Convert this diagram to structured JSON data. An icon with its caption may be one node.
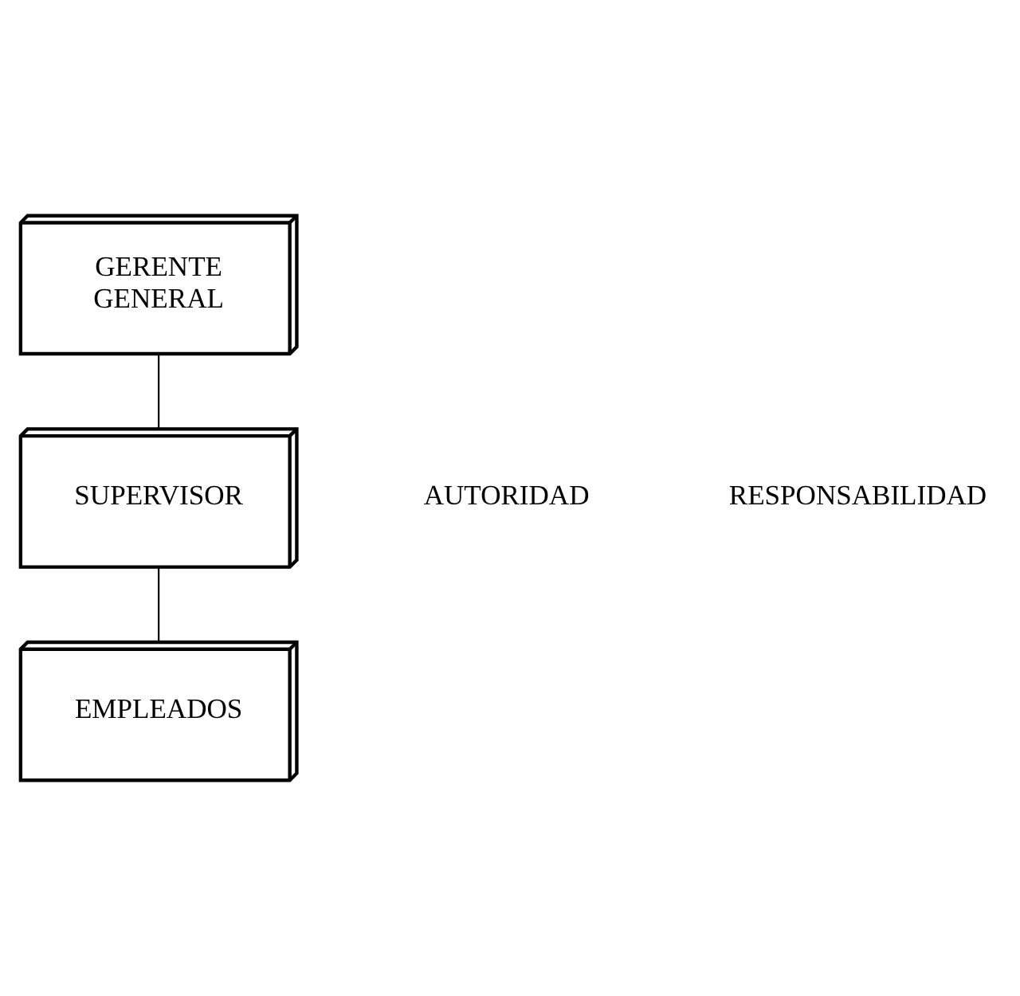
{
  "diagram": {
    "nodes": [
      {
        "text": [
          "GERENTE GENERAL"
        ]
      },
      {
        "text": [
          "SUPERVISOR"
        ]
      },
      {
        "text": [
          "EMPLEADOS"
        ]
      }
    ],
    "edges": [
      {
        "from": 0,
        "to": 1,
        "arrow": "none"
      },
      {
        "from": 1,
        "to": 2,
        "arrow": "none"
      }
    ],
    "labels": [
      "AUTORIDAD",
      "RESPONSABILIDAD"
    ]
  }
}
